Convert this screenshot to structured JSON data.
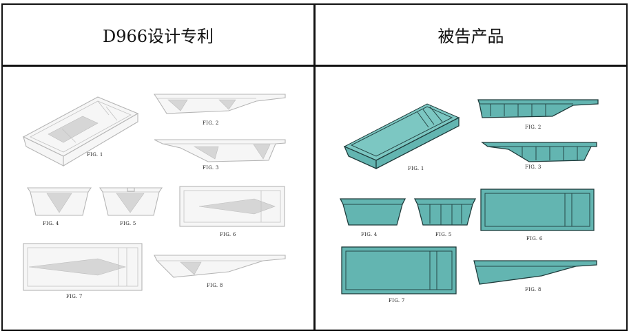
{
  "header": {
    "left_title": "D966设计专利",
    "right_title": "被告产品"
  },
  "patent_figures": {
    "fig1": "FIG. 1",
    "fig2": "FIG. 2",
    "fig3": "FIG. 3",
    "fig4": "FIG. 4",
    "fig5": "FIG. 5",
    "fig6": "FIG. 6",
    "fig7": "FIG. 7",
    "fig8": "FIG. 8"
  },
  "product_figures": {
    "fig1": "FIG. 1",
    "fig2": "FIG. 2",
    "fig3": "FIG. 3",
    "fig4": "FIG. 4",
    "fig5": "FIG. 5",
    "fig6": "FIG. 6",
    "fig7": "FIG. 7",
    "fig8": "FIG. 8"
  },
  "colors": {
    "product_fill": "#63b5b1",
    "product_outline": "#1f3b3b",
    "patent_line": "#b5b5b5"
  }
}
